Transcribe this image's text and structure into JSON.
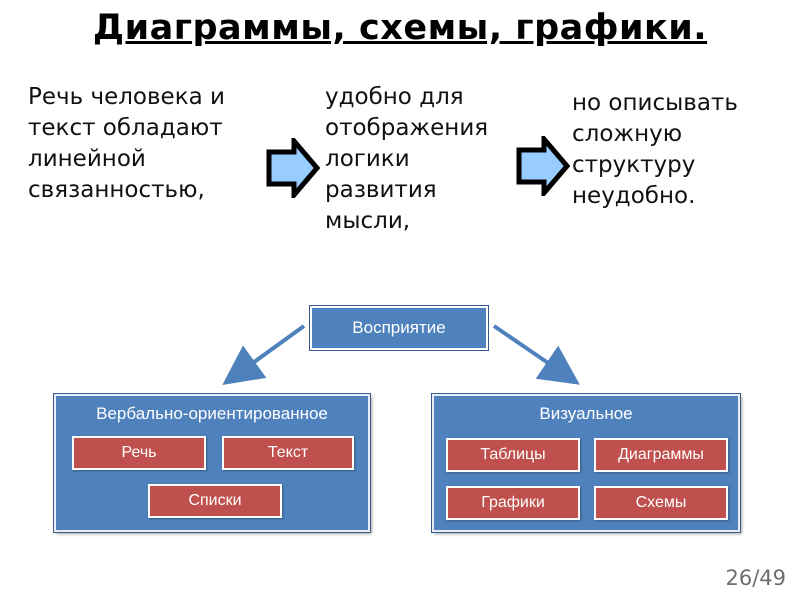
{
  "slide": {
    "title": "Диаграммы, схемы, графики.",
    "col1": [
      "Речь человека и",
      "текст обладают",
      "линейной",
      "связанностью,"
    ],
    "col2": [
      "удобно для",
      "отображения",
      "логики",
      "развития",
      "мысли,"
    ],
    "col3": [
      "но описывать",
      "сложную",
      "структуру",
      "неудобно."
    ],
    "page": "26/49"
  },
  "diagram": {
    "root": "Восприятие",
    "verbal": {
      "title": "Вербально-ориентированное",
      "items": [
        "Речь",
        "Текст",
        "Списки"
      ]
    },
    "visual": {
      "title": "Визуальное",
      "items": [
        "Таблицы",
        "Диаграммы",
        "Графики",
        "Схемы"
      ]
    }
  },
  "colors": {
    "blue": "#4f81bd",
    "red": "#c0504d",
    "arrow_fill": "#99ccff"
  }
}
